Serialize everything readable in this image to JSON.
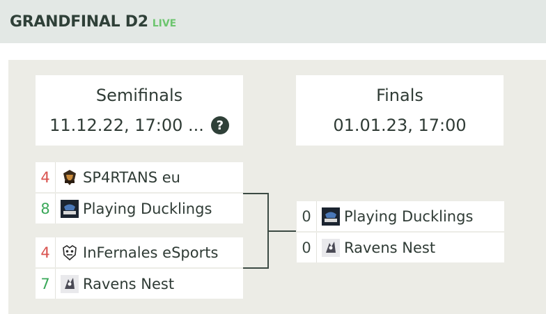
{
  "header": {
    "title": "GRANDFINAL D2",
    "status": "LIVE"
  },
  "colors": {
    "loss": "#d9534f",
    "win": "#3aa859",
    "live": "#6cc56e",
    "dark": "#2f4038"
  },
  "rounds": [
    {
      "name": "Semifinals",
      "date": "11.12.22, 17:00 ...",
      "help_icon": "question-circle-icon"
    },
    {
      "name": "Finals",
      "date": "01.01.23, 17:00"
    }
  ],
  "semifinals": [
    {
      "score": "4",
      "team": "SP4RTANS eu",
      "result": "loss",
      "logo": "spartans-logo-icon"
    },
    {
      "score": "8",
      "team": "Playing Ducklings",
      "result": "win",
      "logo": "playing-ducklings-logo-icon"
    },
    {
      "score": "4",
      "team": "InFernales eSports",
      "result": "loss",
      "logo": "infernales-logo-icon"
    },
    {
      "score": "7",
      "team": "Ravens Nest",
      "result": "win",
      "logo": "ravens-nest-logo-icon"
    }
  ],
  "finals": [
    {
      "score": "0",
      "team": "Playing Ducklings",
      "logo": "playing-ducklings-logo-icon"
    },
    {
      "score": "0",
      "team": "Ravens Nest",
      "logo": "ravens-nest-logo-icon"
    }
  ]
}
